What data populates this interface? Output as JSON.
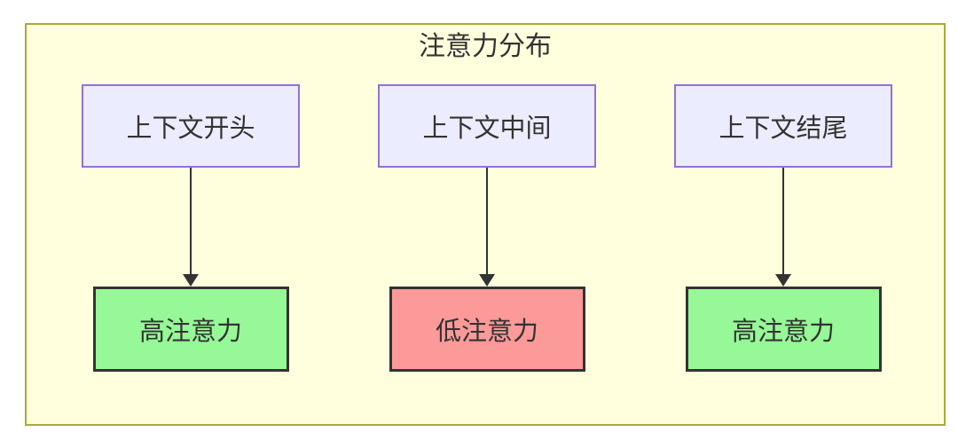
{
  "diagram": {
    "title": "注意力分布",
    "columns": [
      {
        "source": "上下文开头",
        "target": "高注意力",
        "level": "high"
      },
      {
        "source": "上下文中间",
        "target": "低注意力",
        "level": "low"
      },
      {
        "source": "上下文结尾",
        "target": "高注意力",
        "level": "high"
      }
    ]
  },
  "colors": {
    "container_fill": "#FFFFDE",
    "container_border": "#AAAA33",
    "source_fill": "#ECECFF",
    "source_border": "#9370DB",
    "high_fill": "#96F896",
    "low_fill": "#FC9999",
    "target_border": "#333333",
    "arrow": "#333333",
    "text": "#333333"
  }
}
